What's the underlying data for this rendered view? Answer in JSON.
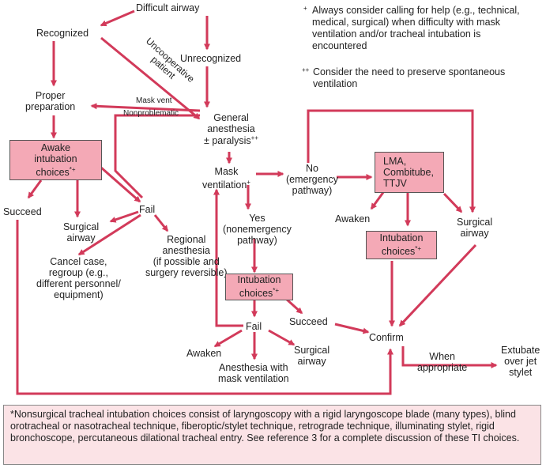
{
  "nodes": {
    "difficult_airway": "Difficult airway",
    "recognized": "Recognized",
    "unrecognized": "Unrecognized",
    "proper_preparation_1": "Proper",
    "proper_preparation_2": "preparation",
    "uncooperative_1": "Uncooperative",
    "uncooperative_2": "patient",
    "mask_vent": "Mask vent",
    "nonproblematic": "Nonproblematic",
    "general_anesthesia_1": "General",
    "general_anesthesia_2": "anesthesia",
    "general_anesthesia_3": "± paralysis",
    "awake_choices_1": "Awake",
    "awake_choices_2": "intubation",
    "awake_choices_3": "choices",
    "mask_ventilation_1": "Mask",
    "mask_ventilation_2": "ventilation",
    "no_1": "No",
    "no_2": "(emergency",
    "no_3": "pathway)",
    "lma_1": "LMA,",
    "lma_2": "Combitube,",
    "lma_3": "TTJV",
    "succeed_left": "Succeed",
    "fail_left": "Fail",
    "surgical_airway_left_1": "Surgical",
    "surgical_airway_left_2": "airway",
    "regional_1": "Regional",
    "regional_2": "anesthesia",
    "regional_3": "(if possible and",
    "regional_4": "surgery reversible)",
    "cancel_1": "Cancel case,",
    "cancel_2": "regroup (e.g.,",
    "cancel_3": "different personnel/",
    "cancel_4": "equipment)",
    "yes_1": "Yes",
    "yes_2": "(nonemergency",
    "yes_3": "pathway)",
    "intubation_choices_mid_1": "Intubation",
    "intubation_choices_mid_2": "choices",
    "awaken_right": "Awaken",
    "intubation_choices_right_1": "Intubation",
    "intubation_choices_right_2": "choices",
    "surgical_airway_right_1": "Surgical",
    "surgical_airway_right_2": "airway",
    "fail_mid": "Fail",
    "succeed_mid": "Succeed",
    "confirm": "Confirm",
    "awaken_mid": "Awaken",
    "surgical_airway_mid_1": "Surgical",
    "surgical_airway_mid_2": "airway",
    "anesthesia_mask_1": "Anesthesia with",
    "anesthesia_mask_2": "mask ventilation",
    "when_1": "When",
    "when_2": "appropriate",
    "extubate_1": "Extubate",
    "extubate_2": "over jet",
    "extubate_3": "stylet"
  },
  "symbols": {
    "star_plus": "*+",
    "plus": "+",
    "plus_plus": "++"
  },
  "notes": {
    "note1_symbol": "+",
    "note1_1": "Always consider calling for help (e.g., technical,",
    "note1_2": "medical, surgical) when difficulty with mask",
    "note1_3": "ventilation and/or tracheal intubation is",
    "note1_4": "encountered",
    "note2_symbol": "++",
    "note2_1": "Consider the need to preserve spontaneous",
    "note2_2": "ventilation"
  },
  "footnote": "*Nonsurgical tracheal intubation choices consist of laryngoscopy with a rigid laryngoscope blade (many types), blind orotracheal or nasotracheal technique, fiberoptic/stylet technique, retrograde technique, illuminating stylet, rigid bronchoscope, percutaneous dilational tracheal entry. See reference 3 for a complete discussion of these TI choices.",
  "colors": {
    "arrow": "#d23a5a",
    "box_fill": "#f4a9b6",
    "footnote_fill": "#fbe3e6"
  }
}
